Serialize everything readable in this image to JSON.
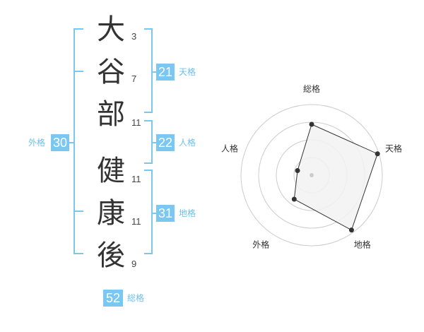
{
  "name": {
    "chars": [
      {
        "char": "大",
        "strokes": "3"
      },
      {
        "char": "谷",
        "strokes": "7"
      },
      {
        "char": "部",
        "strokes": "11"
      },
      {
        "char": "健",
        "strokes": "11"
      },
      {
        "char": "康",
        "strokes": "11"
      },
      {
        "char": "後",
        "strokes": "9"
      }
    ]
  },
  "fortunes": {
    "tenkaku": {
      "value": "21",
      "label": "天格"
    },
    "jinkaku": {
      "value": "22",
      "label": "人格"
    },
    "chikaku": {
      "value": "31",
      "label": "地格"
    },
    "gaikaku": {
      "value": "30",
      "label": "外格"
    },
    "soukaku": {
      "value": "52",
      "label": "総格"
    }
  },
  "chart_data": {
    "type": "radar",
    "axes": [
      "総格",
      "天格",
      "地格",
      "外格",
      "人格"
    ],
    "values": [
      0.72,
      0.98,
      0.96,
      0.42,
      0.21
    ],
    "rings": 4,
    "colors": {
      "line": "#333333",
      "fill": "#f2f2f2",
      "ring": "#cccccc",
      "accent": "#7ac7f1"
    }
  }
}
